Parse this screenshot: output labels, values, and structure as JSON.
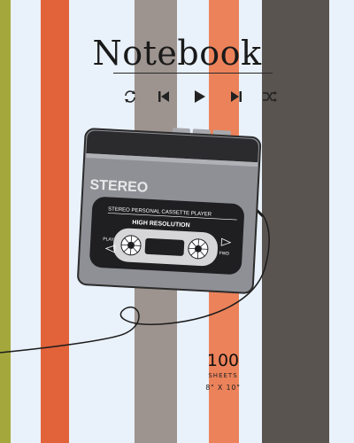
{
  "cover": {
    "title": "Notebook",
    "background": "#e9f1fa",
    "controls": [
      "repeat-icon",
      "skip-back-icon",
      "play-icon",
      "skip-forward-icon",
      "shuffle-icon"
    ],
    "stripe_colors": {
      "olive": "#a4a83c",
      "orange": "#e2623a",
      "taupe": "#9e948f",
      "salmon": "#ec825a",
      "dark_brown": "#5a5450"
    }
  },
  "player": {
    "brand": "STEREO",
    "model_label": "STEREO PERSONAL CASSETTE PLAYER",
    "subtitle": "HIGH RESOLUTION",
    "left_button": "PLAY",
    "right_button": "FWD",
    "body_color": "#8f9096",
    "window_color": "#1f1f22"
  },
  "info": {
    "count": "100",
    "unit": "SHEETS",
    "size": "8\" X 10\""
  }
}
